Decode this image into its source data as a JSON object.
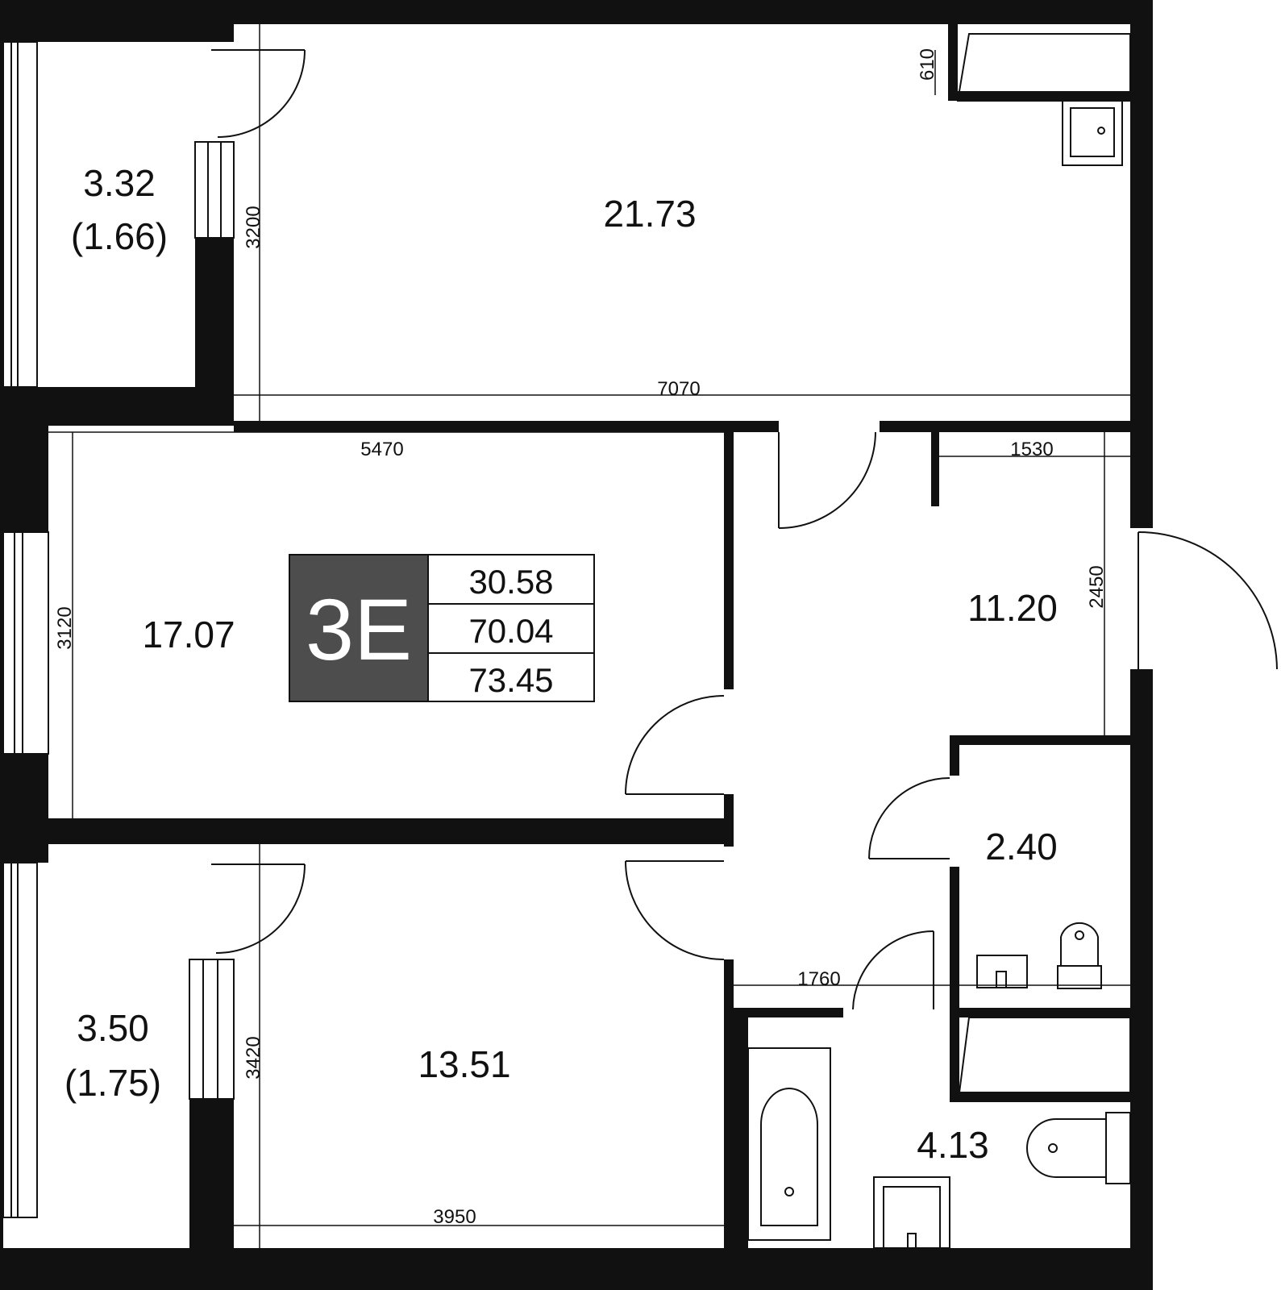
{
  "plan": {
    "rooms": [
      {
        "id": "balcony-top",
        "area": "3.32",
        "sub": "(1.66)"
      },
      {
        "id": "kitchen-living",
        "area": "21.73"
      },
      {
        "id": "bedroom-1",
        "area": "17.07"
      },
      {
        "id": "hall",
        "area": "11.20"
      },
      {
        "id": "wc",
        "area": "2.40"
      },
      {
        "id": "balcony-bottom",
        "area": "3.50",
        "sub": "(1.75)"
      },
      {
        "id": "bedroom-2",
        "area": "13.51"
      },
      {
        "id": "bathroom",
        "area": "4.13"
      }
    ],
    "dimensions": [
      "610",
      "3200",
      "7070",
      "5470",
      "1530",
      "2450",
      "3120",
      "1760",
      "3420",
      "3950"
    ],
    "badge": {
      "code": "3E",
      "values": [
        "30.58",
        "70.04",
        "73.45"
      ],
      "fill_color": "#4d4d4d"
    },
    "colors": {
      "wall": "#111111",
      "background": "#ffffff"
    }
  }
}
